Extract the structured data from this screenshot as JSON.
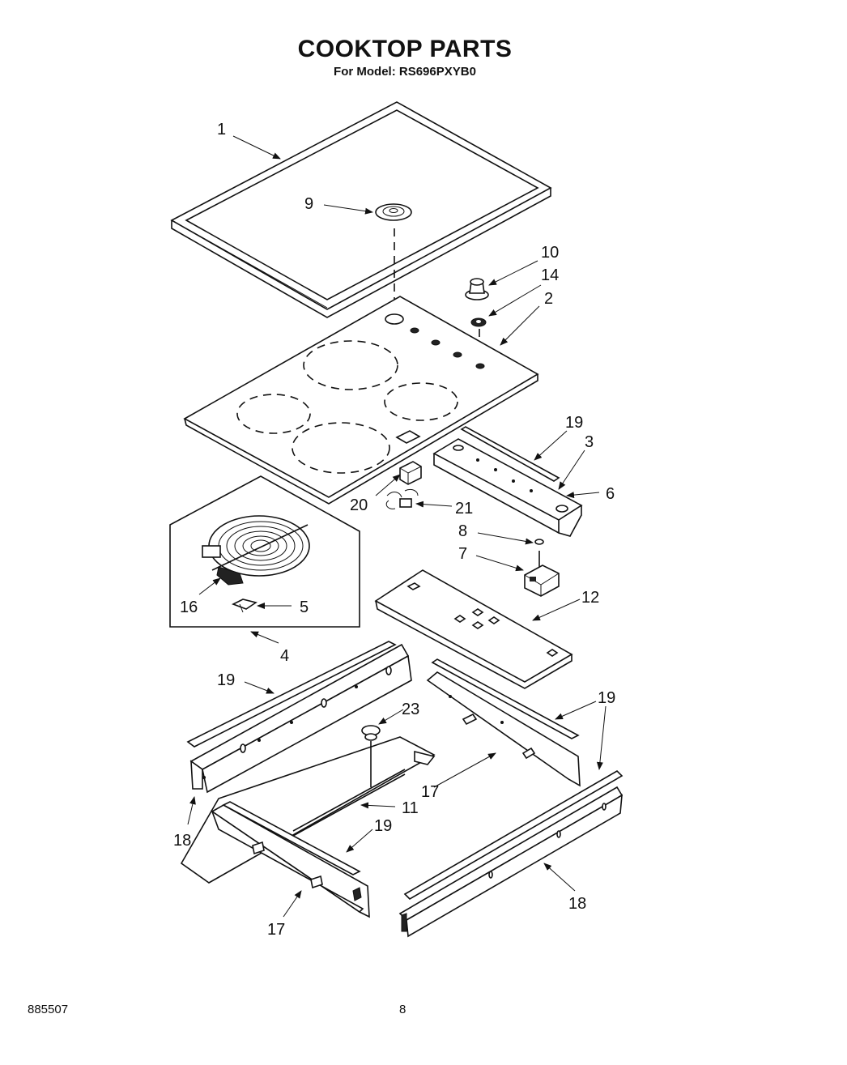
{
  "header": {
    "title": "COOKTOP PARTS",
    "subtitle": "For Model: RS696PXYB0"
  },
  "footer": {
    "doc_number": "885507",
    "page_number": "8"
  },
  "callouts": {
    "c1": "1",
    "c9": "9",
    "c10": "10",
    "c14": "14",
    "c2": "2",
    "c19a": "19",
    "c3": "3",
    "c6": "6",
    "c20": "20",
    "c21": "21",
    "c8": "8",
    "c7": "7",
    "c16": "16",
    "c5": "5",
    "c4": "4",
    "c12": "12",
    "c19b": "19",
    "c19c": "19",
    "c23": "23",
    "c17a": "17",
    "c11": "11",
    "c18a": "18",
    "c19d": "19",
    "c17b": "17",
    "c18b": "18"
  }
}
